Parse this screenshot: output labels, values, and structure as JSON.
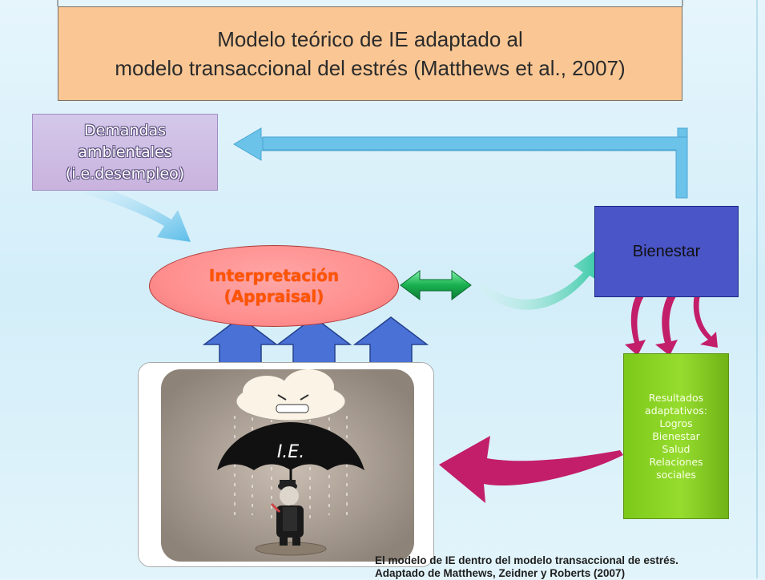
{
  "title": {
    "line1": "Modelo teórico de IE adaptado al",
    "line2": "modelo transaccional del estrés (Matthews et al., 2007)"
  },
  "demands": {
    "line1": "Demandas",
    "line2": "ambientales",
    "line3": "(i.e.desempleo)"
  },
  "appraisal": {
    "line1": "Interpretación",
    "line2": "(Appraisal)"
  },
  "wellbeing": {
    "label": "Bienestar"
  },
  "results": {
    "lines": [
      "Resultados",
      "adaptativos:",
      "Logros",
      "Bienestar",
      "Salud",
      "Relaciones",
      "sociales"
    ]
  },
  "illustration": {
    "umbrella_label": "I.E."
  },
  "caption": {
    "line1": "El modelo de IE dentro del modelo transaccional de estrés.",
    "line2": "Adaptado de Matthews, Zeidner y Roberts (2007)"
  },
  "colors": {
    "title_bg": "#fac794",
    "demands_bg": "#c9b3de",
    "appraisal_bg": "#ff8f8f",
    "wellbeing_bg": "#4a55c8",
    "results_bg": "#8ed52a",
    "feedback_arrow": "#6cc3ea",
    "up_arrows": "#4a72d6",
    "bidirectional_arrow": "#1fb85a",
    "curved_arrows": "#c21e6a"
  }
}
